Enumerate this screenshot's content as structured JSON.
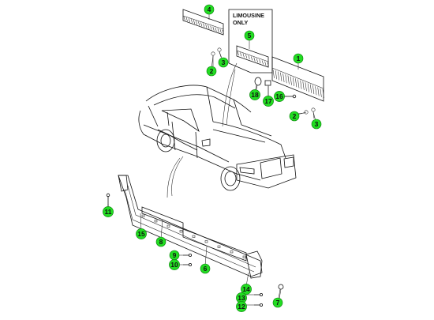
{
  "diagram": {
    "note_lines": [
      "LIMOUSINE",
      "ONLY"
    ],
    "badge_color": "#22dd22",
    "badge_stroke": "#0a7a0a",
    "callouts": [
      {
        "id": "callout-4",
        "label": "4"
      },
      {
        "id": "callout-5",
        "label": "5"
      },
      {
        "id": "callout-1",
        "label": "1"
      },
      {
        "id": "callout-2a",
        "label": "2"
      },
      {
        "id": "callout-3a",
        "label": "3"
      },
      {
        "id": "callout-2b",
        "label": "2"
      },
      {
        "id": "callout-3b",
        "label": "3"
      },
      {
        "id": "callout-18",
        "label": "18"
      },
      {
        "id": "callout-17",
        "label": "17"
      },
      {
        "id": "callout-16",
        "label": "16"
      },
      {
        "id": "callout-11",
        "label": "11"
      },
      {
        "id": "callout-15",
        "label": "15"
      },
      {
        "id": "callout-8",
        "label": "8"
      },
      {
        "id": "callout-9",
        "label": "9"
      },
      {
        "id": "callout-10",
        "label": "10"
      },
      {
        "id": "callout-6",
        "label": "6"
      },
      {
        "id": "callout-14",
        "label": "14"
      },
      {
        "id": "callout-13",
        "label": "13"
      },
      {
        "id": "callout-12",
        "label": "12"
      },
      {
        "id": "callout-7",
        "label": "7"
      }
    ]
  }
}
